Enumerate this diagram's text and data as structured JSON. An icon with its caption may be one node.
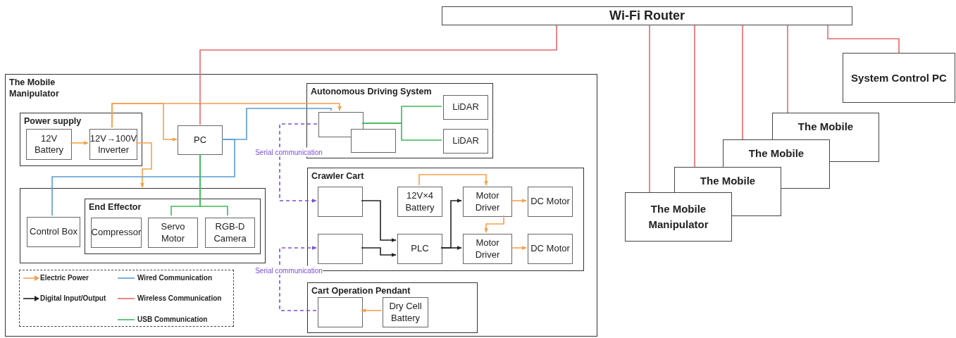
{
  "diagram": {
    "nodes": [
      {
        "text": [
          "Wi-Fi Router"
        ]
      },
      {
        "text": [
          "The Mobile Manipulator"
        ]
      },
      {
        "text": [
          "Power supply"
        ],
        "in": 1
      },
      {
        "text": [
          "12V Battery"
        ],
        "in": 2
      },
      {
        "text": [
          "12V→100V Inverter"
        ],
        "in": 2
      },
      {
        "text": [
          "PC"
        ],
        "in": 1
      },
      {
        "text": [],
        "shape": "box",
        "in": 1
      },
      {
        "text": [
          "Control Box"
        ],
        "in": 6
      },
      {
        "text": [
          "End Effector"
        ],
        "in": 6
      },
      {
        "text": [
          "Compressor"
        ],
        "in": 8
      },
      {
        "text": [
          "Servo Motor"
        ],
        "in": 8
      },
      {
        "text": [
          "RGB-D Camera"
        ],
        "in": 8
      },
      {
        "text": [
          "Autonomous Driving System"
        ],
        "in": 1
      },
      {
        "text": [],
        "shape": "box",
        "in": 12
      },
      {
        "text": [],
        "shape": "box",
        "in": 12
      },
      {
        "text": [
          "LiDAR"
        ],
        "in": 12
      },
      {
        "text": [
          "LiDAR"
        ],
        "in": 12
      },
      {
        "text": [
          "Crawler Cart"
        ],
        "in": 1
      },
      {
        "text": [],
        "shape": "box",
        "in": 17
      },
      {
        "text": [
          "12V×4 Battery"
        ],
        "in": 17
      },
      {
        "text": [
          "Motor Driver"
        ],
        "in": 17
      },
      {
        "text": [
          "DC Motor"
        ],
        "in": 17
      },
      {
        "text": [],
        "shape": "box",
        "in": 17
      },
      {
        "text": [
          "PLC"
        ],
        "in": 17
      },
      {
        "text": [
          "Motor Driver"
        ],
        "in": 17
      },
      {
        "text": [
          "DC Motor"
        ],
        "in": 17
      },
      {
        "text": [
          "Cart Operation Pendant"
        ],
        "in": 1
      },
      {
        "text": [],
        "shape": "box",
        "in": 26
      },
      {
        "text": [
          "Dry Cell Battery"
        ],
        "in": 26
      },
      {
        "text": [
          "System Control PC"
        ]
      },
      {
        "text": [
          "The Mobile Manipulator"
        ]
      },
      {
        "text": [
          "The Mobile"
        ]
      },
      {
        "text": [
          "The Mobile"
        ]
      },
      {
        "text": [
          "The Mobile"
        ]
      }
    ],
    "edges": [
      {
        "from": 3,
        "to": 4,
        "arrow": "to"
      },
      {
        "from": 4,
        "to": 5,
        "arrow": "to"
      },
      {
        "from": 4,
        "to": 13,
        "arrow": "to"
      },
      {
        "from": 4,
        "to": 6,
        "arrow": "to"
      },
      {
        "from": 0,
        "to": 5,
        "arrow": "none",
        "color": "#e8696b"
      },
      {
        "from": 5,
        "to": 13,
        "arrow": "none",
        "color": "#5b9bd5"
      },
      {
        "from": 5,
        "to": 7,
        "arrow": "none",
        "color": "#5b9bd5"
      },
      {
        "from": 5,
        "to": 10,
        "arrow": "none",
        "color": "#3cb95a"
      },
      {
        "from": 5,
        "to": 11,
        "arrow": "none",
        "color": "#3cb95a"
      },
      {
        "from": 13,
        "to": 15,
        "arrow": "none",
        "color": "#3cb95a"
      },
      {
        "from": 13,
        "to": 16,
        "arrow": "none",
        "color": "#3cb95a"
      },
      {
        "from": 19,
        "to": 20,
        "arrow": "to"
      },
      {
        "from": 20,
        "to": 24,
        "arrow": "to"
      },
      {
        "from": 20,
        "to": 21,
        "arrow": "to"
      },
      {
        "from": 24,
        "to": 25,
        "arrow": "to"
      },
      {
        "from": 18,
        "to": 23,
        "arrow": "to",
        "color": "#222222"
      },
      {
        "from": 22,
        "to": 23,
        "arrow": "to",
        "color": "#222222"
      },
      {
        "from": 23,
        "to": 20,
        "arrow": "to",
        "color": "#222222"
      },
      {
        "from": 23,
        "to": 24,
        "arrow": "to",
        "color": "#222222"
      },
      {
        "from": 28,
        "to": 27,
        "arrow": "to"
      },
      {
        "from": 13,
        "to": 18,
        "arrow": "to",
        "label": "Serial communication",
        "style": "dashed",
        "color": "#7b4fd6"
      },
      {
        "from": 27,
        "to": 22,
        "arrow": "to",
        "label": "Serial communication",
        "style": "dashed",
        "color": "#7b4fd6"
      },
      {
        "from": 0,
        "to": 29,
        "arrow": "none",
        "color": "#e8696b"
      },
      {
        "from": 0,
        "to": 30,
        "arrow": "none",
        "color": "#e8696b"
      },
      {
        "from": 0,
        "to": 31,
        "arrow": "none",
        "color": "#e8696b"
      },
      {
        "from": 0,
        "to": 32,
        "arrow": "none",
        "color": "#e8696b"
      },
      {
        "from": 0,
        "to": 33,
        "arrow": "none",
        "color": "#e8696b"
      }
    ],
    "legend": [
      {
        "text": "Electric Power"
      },
      {
        "text": "Wired Communication"
      },
      {
        "text": "Digital Input/Output"
      },
      {
        "text": "Wireless Communication"
      },
      {
        "text": "USB Communication"
      }
    ]
  }
}
